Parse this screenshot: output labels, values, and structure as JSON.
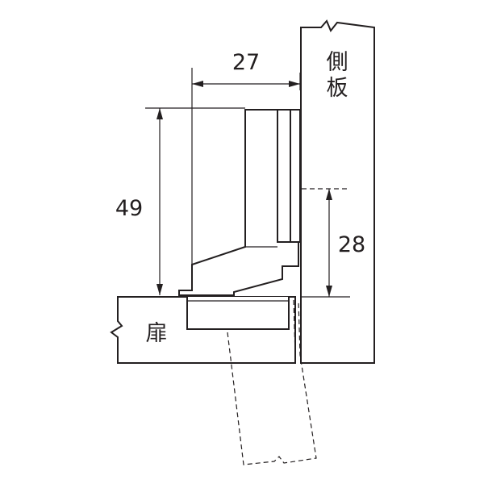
{
  "dimensions": {
    "width": "27",
    "height": "49",
    "offset": "28"
  },
  "labels": {
    "side_panel": [
      "側",
      "板"
    ],
    "door": "扉"
  },
  "colors": {
    "line": "#231f20",
    "background": "#ffffff"
  }
}
